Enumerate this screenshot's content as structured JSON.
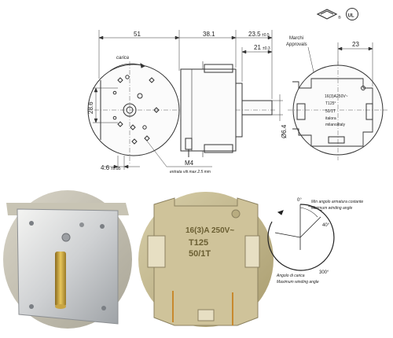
{
  "certifications": {
    "mark_a": "VDE",
    "mark_a_sub": "®",
    "mark_b": "UL"
  },
  "drawing": {
    "dim_51": "51",
    "dim_38_1": "38.1",
    "dim_23_5": "23.5",
    "dim_23_5_tol": "±0.5",
    "dim_21": "21",
    "dim_21_tol": "±0.3",
    "dim_23": "23",
    "dim_28_6": "28.6",
    "dim_4_6": "4.6",
    "dim_4_6_tol": "±0.05",
    "dim_shaft": "Ø6.4",
    "dim_m4": "M4",
    "screw_note": "entrata viti max 2.5 mm",
    "carica": "carica",
    "marchi": "Marchi",
    "approvals": "Approvals",
    "front_label": [
      "16(3)A250V~",
      "T125°",
      "50/1T",
      "italora",
      "milano/italy"
    ]
  },
  "angle_diagram": {
    "zero": "0°",
    "forty": "40°",
    "three_hundred": "300°",
    "min_it": "Min angolo armatura costante",
    "min_en": "Minimum winding angle",
    "max_it": "Angolo di carica",
    "max_en": "Maximum winding angle"
  },
  "photo_right": {
    "line1": "16(3)A 250V~",
    "line2": "T125",
    "line3": "50/1T"
  }
}
